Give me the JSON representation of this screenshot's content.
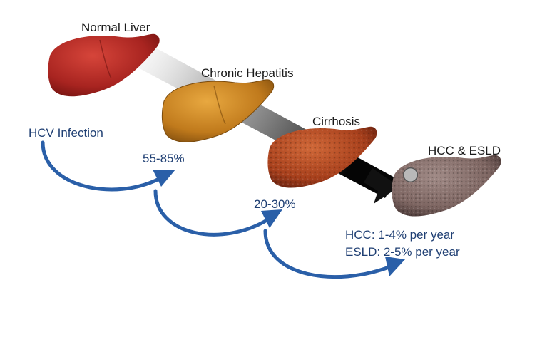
{
  "stages": [
    {
      "id": "normal",
      "label": "Normal Liver",
      "color": "#b02a24"
    },
    {
      "id": "hepatitis",
      "label": "Chronic Hepatitis",
      "color": "#c98522"
    },
    {
      "id": "cirrhosis",
      "label": "Cirrhosis",
      "color": "#b5451f"
    },
    {
      "id": "hcc",
      "label": "HCC & ESLD",
      "color": "#8c7370"
    }
  ],
  "transitions": [
    {
      "label": "HCV Infection"
    },
    {
      "label": "55-85%"
    },
    {
      "label": "20-30%"
    }
  ],
  "outcomes": [
    {
      "label": "HCC: 1-4% per year"
    },
    {
      "label": "ESLD: 2-5% per year"
    }
  ],
  "colors": {
    "arrow_blue": "#2a5fa8",
    "text_blue": "#1f3f73",
    "progression_arrow": "#111111"
  }
}
